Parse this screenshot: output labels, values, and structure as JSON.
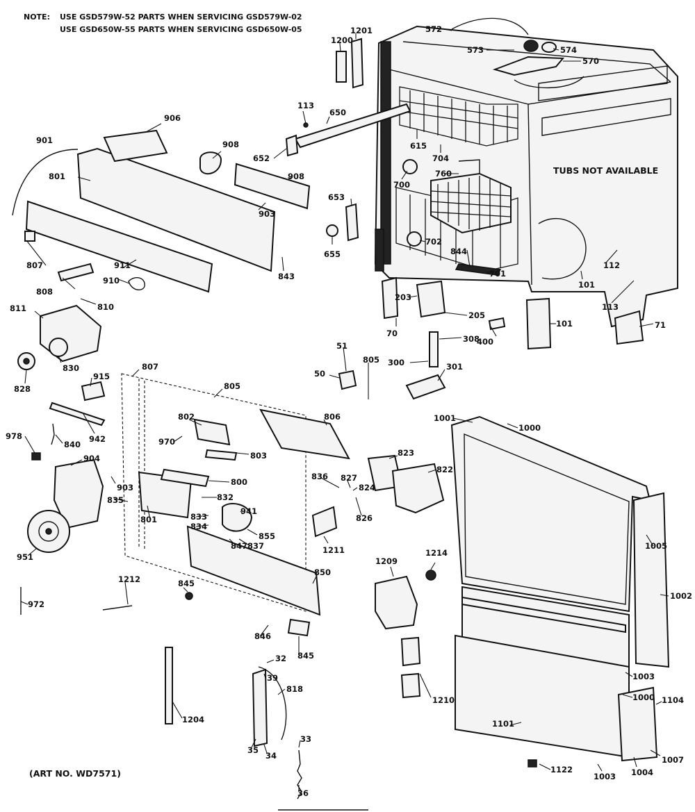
{
  "note": {
    "label": "NOTE:",
    "line1": "USE GSD579W-52 PARTS WHEN SERVICING GSD579W-02",
    "line2": "USE GSD650W-55 PARTS WHEN SERVICING GSD650W-05"
  },
  "tubs_note": "TUBS NOT AVAILABLE",
  "art_no": "(ART NO. WD7571)",
  "callouts": [
    {
      "id": "572",
      "text": "572"
    },
    {
      "id": "573",
      "text": "573"
    },
    {
      "id": "574",
      "text": "574"
    },
    {
      "id": "570",
      "text": "570"
    },
    {
      "id": "1200",
      "text": "1200"
    },
    {
      "id": "1201",
      "text": "1201"
    },
    {
      "id": "113a",
      "text": "113"
    },
    {
      "id": "650",
      "text": "650"
    },
    {
      "id": "906",
      "text": "906"
    },
    {
      "id": "901a",
      "text": "901"
    },
    {
      "id": "908a",
      "text": "908"
    },
    {
      "id": "652",
      "text": "652"
    },
    {
      "id": "615",
      "text": "615"
    },
    {
      "id": "704",
      "text": "704"
    },
    {
      "id": "760",
      "text": "760"
    },
    {
      "id": "700",
      "text": "700"
    },
    {
      "id": "908b",
      "text": "908"
    },
    {
      "id": "801",
      "text": "801"
    },
    {
      "id": "903a",
      "text": "903"
    },
    {
      "id": "653",
      "text": "653"
    },
    {
      "id": "655",
      "text": "655"
    },
    {
      "id": "702",
      "text": "702"
    },
    {
      "id": "844",
      "text": "844"
    },
    {
      "id": "701",
      "text": "701"
    },
    {
      "id": "112",
      "text": "112"
    },
    {
      "id": "807",
      "text": "807"
    },
    {
      "id": "911",
      "text": "911"
    },
    {
      "id": "843",
      "text": "843"
    },
    {
      "id": "101a",
      "text": "101"
    },
    {
      "id": "113b",
      "text": "113"
    },
    {
      "id": "808",
      "text": "808"
    },
    {
      "id": "910",
      "text": "910"
    },
    {
      "id": "203",
      "text": "203"
    },
    {
      "id": "811",
      "text": "811"
    },
    {
      "id": "810",
      "text": "810"
    },
    {
      "id": "205",
      "text": "205"
    },
    {
      "id": "101b",
      "text": "101"
    },
    {
      "id": "70",
      "text": "70"
    },
    {
      "id": "400",
      "text": "400"
    },
    {
      "id": "71",
      "text": "71"
    },
    {
      "id": "308",
      "text": "308"
    },
    {
      "id": "51",
      "text": "51"
    },
    {
      "id": "830",
      "text": "830"
    },
    {
      "id": "805a",
      "text": "805"
    },
    {
      "id": "300",
      "text": "300"
    },
    {
      "id": "301",
      "text": "301"
    },
    {
      "id": "828",
      "text": "828"
    },
    {
      "id": "50",
      "text": "50"
    },
    {
      "id": "807b",
      "text": "807"
    },
    {
      "id": "915",
      "text": "915"
    },
    {
      "id": "805b",
      "text": "805"
    },
    {
      "id": "806",
      "text": "806"
    },
    {
      "id": "1001",
      "text": "1001"
    },
    {
      "id": "1000a",
      "text": "1000"
    },
    {
      "id": "802",
      "text": "802"
    },
    {
      "id": "942",
      "text": "942"
    },
    {
      "id": "840",
      "text": "840"
    },
    {
      "id": "978",
      "text": "978"
    },
    {
      "id": "970",
      "text": "970"
    },
    {
      "id": "803",
      "text": "803"
    },
    {
      "id": "823",
      "text": "823"
    },
    {
      "id": "822",
      "text": "822"
    },
    {
      "id": "904",
      "text": "904"
    },
    {
      "id": "800",
      "text": "800"
    },
    {
      "id": "836",
      "text": "836"
    },
    {
      "id": "827",
      "text": "827"
    },
    {
      "id": "903b",
      "text": "903"
    },
    {
      "id": "835",
      "text": "835"
    },
    {
      "id": "832",
      "text": "832"
    },
    {
      "id": "824",
      "text": "824"
    },
    {
      "id": "826",
      "text": "826"
    },
    {
      "id": "941",
      "text": "941"
    },
    {
      "id": "801b",
      "text": "801"
    },
    {
      "id": "833",
      "text": "833"
    },
    {
      "id": "834",
      "text": "834"
    },
    {
      "id": "855",
      "text": "855"
    },
    {
      "id": "847",
      "text": "847"
    },
    {
      "id": "837",
      "text": "837"
    },
    {
      "id": "1211",
      "text": "1211"
    },
    {
      "id": "1005",
      "text": "1005"
    },
    {
      "id": "951",
      "text": "951"
    },
    {
      "id": "1209",
      "text": "1209"
    },
    {
      "id": "1214",
      "text": "1214"
    },
    {
      "id": "1212",
      "text": "1212"
    },
    {
      "id": "845a",
      "text": "845"
    },
    {
      "id": "850",
      "text": "850"
    },
    {
      "id": "1002",
      "text": "1002"
    },
    {
      "id": "972",
      "text": "972"
    },
    {
      "id": "846",
      "text": "846"
    },
    {
      "id": "845b",
      "text": "845"
    },
    {
      "id": "1003a",
      "text": "1003"
    },
    {
      "id": "32",
      "text": "32"
    },
    {
      "id": "39",
      "text": "39"
    },
    {
      "id": "1000b",
      "text": "1000"
    },
    {
      "id": "818",
      "text": "818"
    },
    {
      "id": "1210",
      "text": "1210"
    },
    {
      "id": "1204",
      "text": "1204"
    },
    {
      "id": "1104",
      "text": "1104"
    },
    {
      "id": "1101",
      "text": "1101"
    },
    {
      "id": "33",
      "text": "33"
    },
    {
      "id": "35",
      "text": "35"
    },
    {
      "id": "34",
      "text": "34"
    },
    {
      "id": "1007",
      "text": "1007"
    },
    {
      "id": "1122",
      "text": "1122"
    },
    {
      "id": "1003b",
      "text": "1003"
    },
    {
      "id": "1004",
      "text": "1004"
    },
    {
      "id": "36",
      "text": "36"
    }
  ]
}
